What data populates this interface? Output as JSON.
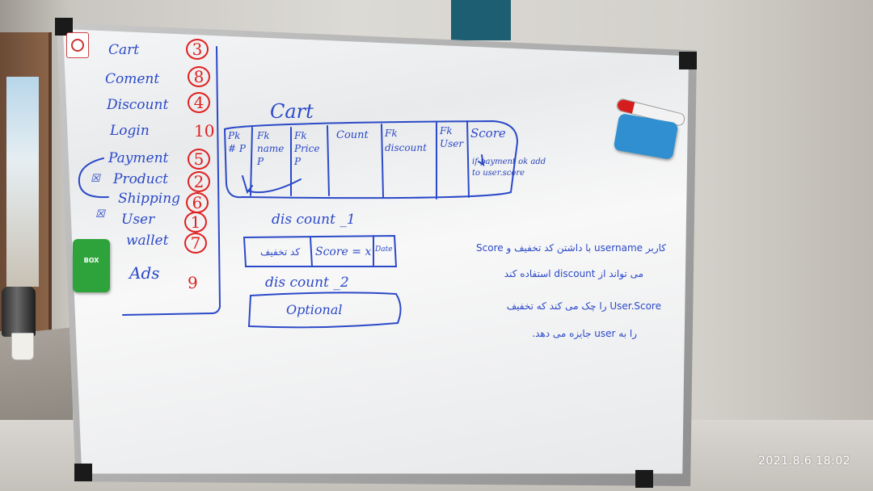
{
  "entities": [
    {
      "name": "Cart",
      "rank": "3",
      "circled": true
    },
    {
      "name": "Coment",
      "rank": "8",
      "circled": true
    },
    {
      "name": "Discount",
      "rank": "4",
      "circled": true
    },
    {
      "name": "Login",
      "rank": "10",
      "circled": false
    },
    {
      "name": "Payment",
      "rank": "5",
      "circled": true
    },
    {
      "name": "Product",
      "rank": "2",
      "circled": true
    },
    {
      "name": "Shipping",
      "rank": "6",
      "circled": true
    },
    {
      "name": "User",
      "rank": "1",
      "circled": true
    },
    {
      "name": "wallet",
      "rank": "7",
      "circled": true
    },
    {
      "name": "Ads",
      "rank": "9",
      "circled": false
    }
  ],
  "cart_table": {
    "title": "Cart",
    "columns": [
      {
        "label": "Pk # P",
        "note": ""
      },
      {
        "label": "Fk name P",
        "note": ""
      },
      {
        "label": "Fk Price P",
        "note": ""
      },
      {
        "label": "Count",
        "note": ""
      },
      {
        "label": "Fk discount",
        "note": ""
      },
      {
        "label": "Fk User",
        "note": ""
      },
      {
        "label": "Score",
        "note": "if payment ok add to user.score"
      }
    ]
  },
  "discount_1": {
    "title": "dis count _1",
    "cells": [
      "کد تخفیف",
      "Score = x",
      "Date"
    ]
  },
  "discount_2": {
    "title": "dis count _2",
    "value": "Optional"
  },
  "notes": [
    "کاربر username با داشتن کد تخفیف و Score",
    "می تواند از discount استفاده کند",
    "User.Score را چک می کند که تخفیف",
    "را به user جایزه می دهد."
  ],
  "timestamp": "2021.8.6 18:02"
}
